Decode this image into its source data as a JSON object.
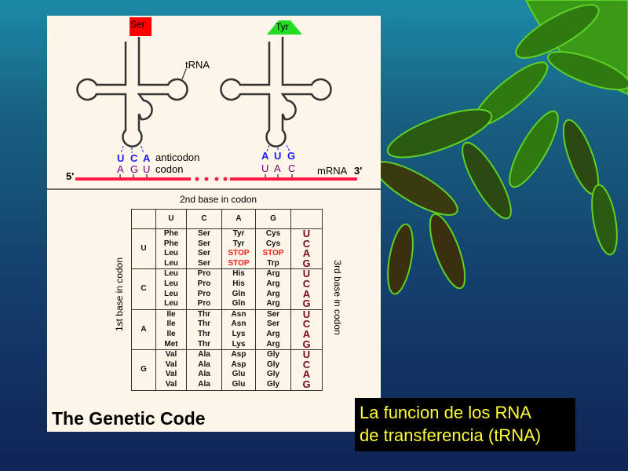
{
  "trna_diagram": {
    "left": {
      "amino_acid": "Ser",
      "anticodon": [
        "U",
        "C",
        "A"
      ],
      "codon": [
        "A",
        "G",
        "U"
      ]
    },
    "right": {
      "amino_acid": "Tyr",
      "anticodon": [
        "A",
        "U",
        "G"
      ],
      "codon": [
        "U",
        "A",
        "C"
      ]
    },
    "label_trna": "tRNA",
    "label_anticodon": "anticodon",
    "label_codon": "codon",
    "label_5prime": "5'",
    "label_mrna": "mRNA",
    "label_3prime": "3'",
    "colors": {
      "ser": "#ff0000",
      "tyr": "#22dd22",
      "mrna": "#ff1a4a",
      "anticodon": "#1a1aff",
      "codon": "#800080"
    }
  },
  "genetic_code": {
    "title": "The Genetic Code",
    "second_base_label": "2nd base in codon",
    "first_base_label": "1st base in codon",
    "third_base_label": "3rd base in codon",
    "bases": [
      "U",
      "C",
      "A",
      "G"
    ],
    "rows": [
      {
        "first": "U",
        "cells": [
          [
            "Phe",
            "Phe",
            "Leu",
            "Leu"
          ],
          [
            "Ser",
            "Ser",
            "Ser",
            "Ser"
          ],
          [
            "Tyr",
            "Tyr",
            "STOP",
            "STOP"
          ],
          [
            "Cys",
            "Cys",
            "STOP",
            "Trp"
          ]
        ],
        "third": [
          "U",
          "C",
          "A",
          "G"
        ]
      },
      {
        "first": "C",
        "cells": [
          [
            "Leu",
            "Leu",
            "Leu",
            "Leu"
          ],
          [
            "Pro",
            "Pro",
            "Pro",
            "Pro"
          ],
          [
            "His",
            "His",
            "Gln",
            "Gln"
          ],
          [
            "Arg",
            "Arg",
            "Arg",
            "Arg"
          ]
        ],
        "third": [
          "U",
          "C",
          "A",
          "G"
        ]
      },
      {
        "first": "A",
        "cells": [
          [
            "Ile",
            "Ile",
            "Ile",
            "Met"
          ],
          [
            "Thr",
            "Thr",
            "Thr",
            "Thr"
          ],
          [
            "Asn",
            "Asn",
            "Lys",
            "Lys"
          ],
          [
            "Ser",
            "Ser",
            "Arg",
            "Arg"
          ]
        ],
        "third": [
          "U",
          "C",
          "A",
          "G"
        ]
      },
      {
        "first": "G",
        "cells": [
          [
            "Val",
            "Val",
            "Val",
            "Val"
          ],
          [
            "Ala",
            "Ala",
            "Ala",
            "Ala"
          ],
          [
            "Asp",
            "Asp",
            "Glu",
            "Glu"
          ],
          [
            "Gly",
            "Gly",
            "Gly",
            "Gly"
          ]
        ],
        "third": [
          "U",
          "C",
          "A",
          "G"
        ]
      }
    ]
  },
  "caption": {
    "line1": "La funcion de los RNA",
    "line2": "de transferencia (tRNA)"
  }
}
